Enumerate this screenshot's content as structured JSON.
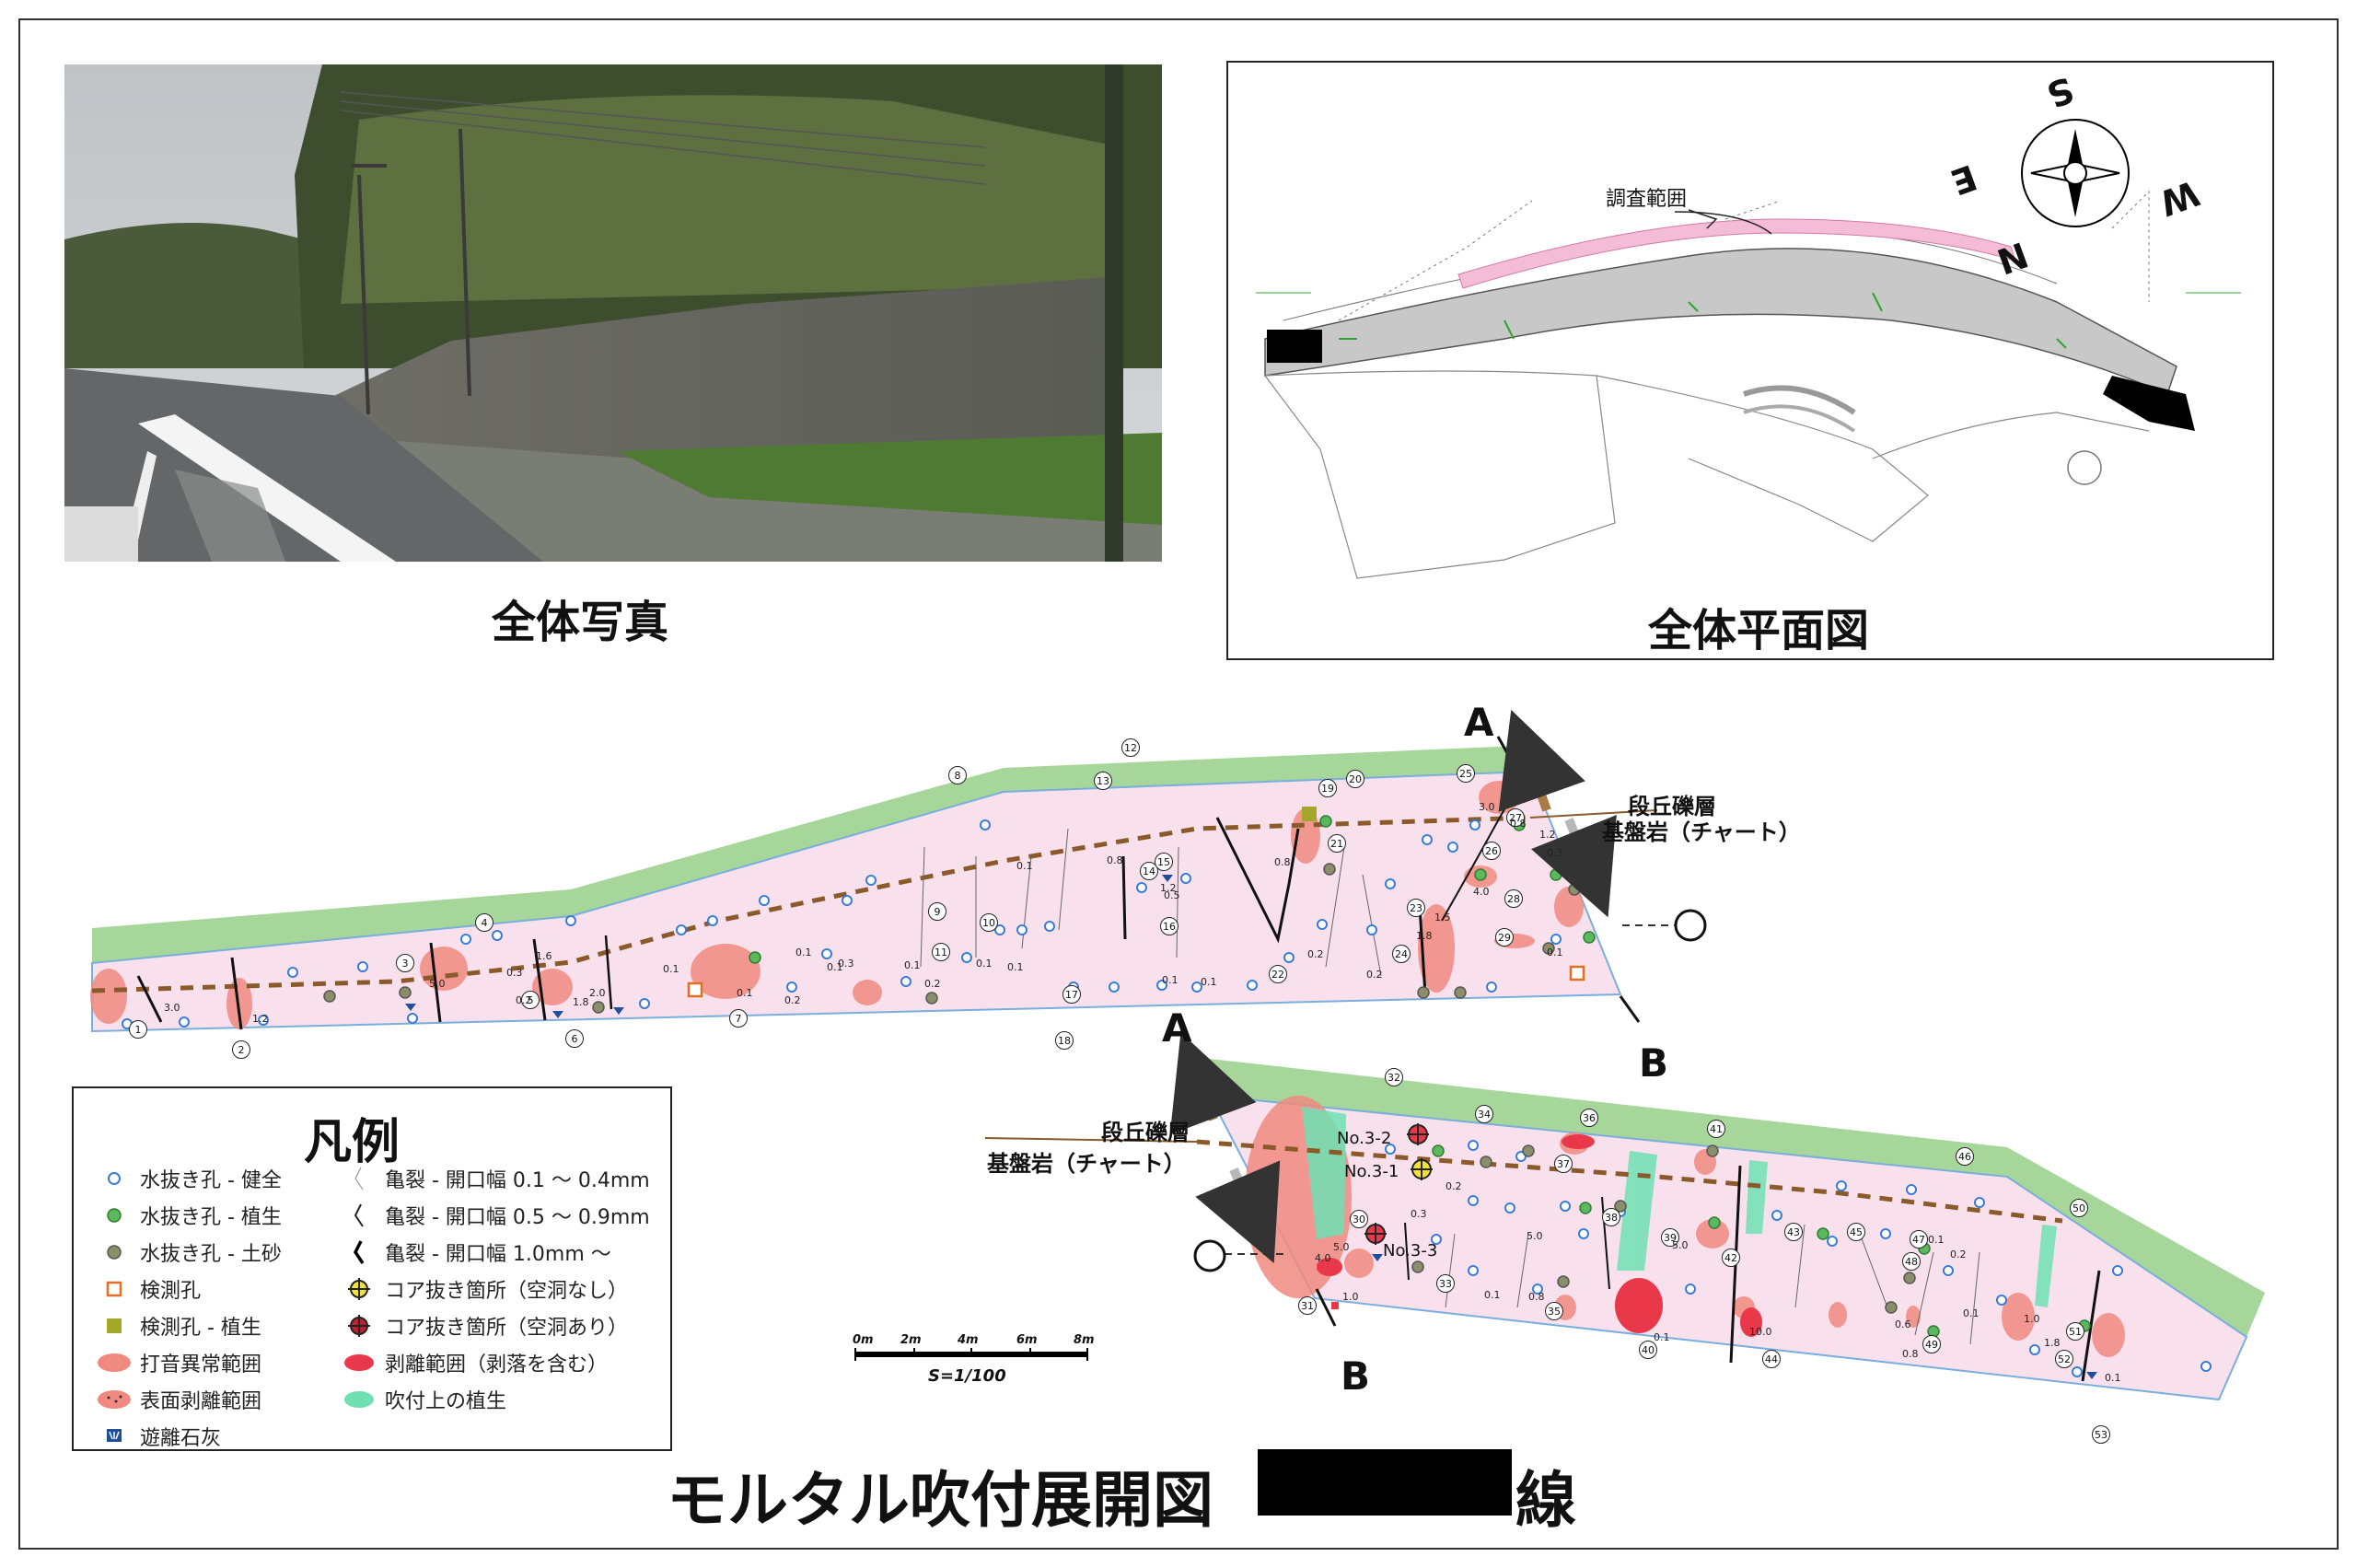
{
  "captions": {
    "photo": "全体写真",
    "plan": "全体平面図"
  },
  "plan": {
    "survey_area_label": "調査範囲",
    "compass": {
      "n": "N",
      "s": "S",
      "e": "E",
      "w": "W"
    }
  },
  "section_labels": {
    "a_top": "A",
    "b_top": "B",
    "a_bottom": "A",
    "b_bottom": "B",
    "gravel_top": "段丘礫層",
    "bedrock_top": "基盤岩（チャート）",
    "gravel_bottom": "段丘礫層",
    "bedrock_bottom": "基盤岩（チャート）"
  },
  "labels": {
    "core_1": "No.3-2",
    "core_2": "No.3-1",
    "core_3": "No.3-3"
  },
  "legend": {
    "title": "凡例",
    "items": [
      {
        "label": "水抜き孔 - 健全"
      },
      {
        "label": "水抜き孔 - 植生"
      },
      {
        "label": "水抜き孔 - 土砂"
      },
      {
        "label": "検測孔"
      },
      {
        "label": "検測孔 - 植生"
      },
      {
        "label": "打音異常範囲"
      },
      {
        "label": "表面剥離範囲"
      },
      {
        "label": "遊離石灰"
      },
      {
        "label": "亀裂 - 開口幅 0.1 〜 0.4mm"
      },
      {
        "label": "亀裂 - 開口幅 0.5 〜 0.9mm"
      },
      {
        "label": "亀裂 - 開口幅 1.0mm 〜"
      },
      {
        "label": "コア抜き箇所（空洞なし）"
      },
      {
        "label": "コア抜き箇所（空洞あり）"
      },
      {
        "label": "剥離範囲（剥落を含む）"
      },
      {
        "label": "吹付上の植生"
      }
    ]
  },
  "scale": {
    "ticks": [
      "0m",
      "2m",
      "4m",
      "6m",
      "8m"
    ],
    "label": "S=1/100"
  },
  "title": {
    "main": "モルタル吹付展開図",
    "suffix": "線"
  },
  "colors": {
    "slope_fill": "#f8e1ec",
    "vegetation_top": "#a6d69a",
    "tap_anomaly": "#f08a80",
    "peel_area": "#e8384a",
    "veg_on_spray": "#6fe0b4",
    "free_lime": "#1f4f9c",
    "gravel_line": "#8b5a2b"
  },
  "numbers_top": [
    "1",
    "2",
    "3",
    "4",
    "5",
    "6",
    "7",
    "8",
    "9",
    "10",
    "11",
    "12",
    "13",
    "14",
    "15",
    "16",
    "17",
    "18",
    "19",
    "20",
    "21",
    "22",
    "23",
    "24",
    "25",
    "26",
    "27",
    "28",
    "29"
  ],
  "numbers_bottom": [
    "30",
    "31",
    "32",
    "33",
    "34",
    "35",
    "36",
    "37",
    "38",
    "39",
    "40",
    "41",
    "42",
    "43",
    "44",
    "45",
    "46",
    "47",
    "48",
    "49",
    "50",
    "51",
    "52",
    "53"
  ],
  "width_values_top": [
    "3.0",
    "1.2",
    "5.0",
    "0.3",
    "1.6",
    "0.2",
    "1.8",
    "2.0",
    "0.1",
    "0.1",
    "0.2",
    "0.1",
    "0.1",
    "0.3",
    "0.1",
    "0.2",
    "0.1",
    "0.1",
    "0.1",
    "0.8",
    "0.5",
    "1.2",
    "0.1",
    "0.1",
    "0.8",
    "0.2",
    "0.2",
    "1.8",
    "1.5",
    "3.0",
    "0.8",
    "1.2",
    "0.3",
    "4.0",
    "0.1"
  ],
  "width_values_bottom": [
    "0.3",
    "0.2",
    "4.0",
    "5.0",
    "1.0",
    "0.1",
    "0.8",
    "5.0",
    "5.0",
    "0.1",
    "10.0",
    "0.1",
    "0.2",
    "0.6",
    "0.8",
    "0.1",
    "1.0",
    "1.8",
    "0.1"
  ]
}
